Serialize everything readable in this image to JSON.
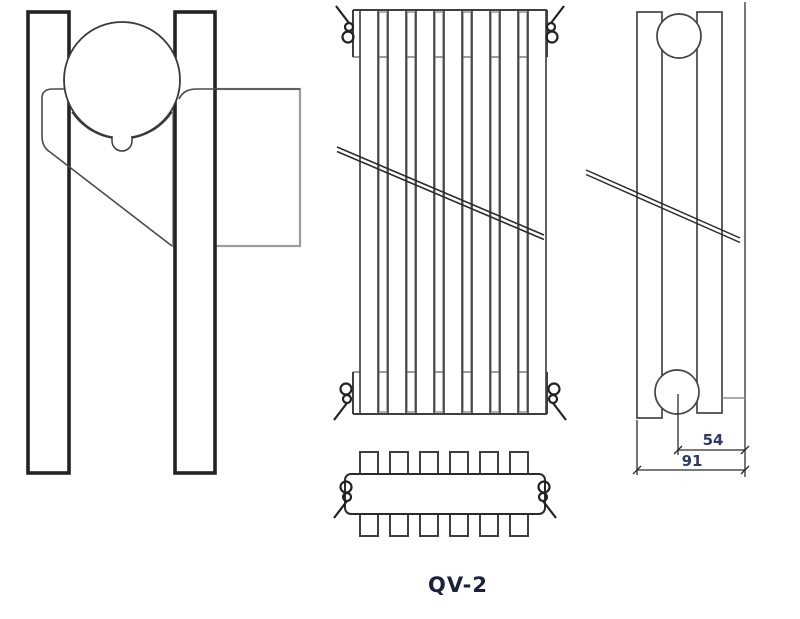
{
  "drawing": {
    "product_label": "QV-2",
    "dimensions": {
      "center_to_wall": "54",
      "total_depth": "91"
    },
    "colors": {
      "line_dark": "#2e2e2e",
      "line_medium": "#4d4d4d",
      "line_light_gray": "#9c9c9c",
      "back_tube_gray": "#8f8f8f",
      "dimension_text": "#2e3a66",
      "label_text": "#1a2138",
      "background": "#ffffff"
    }
  }
}
